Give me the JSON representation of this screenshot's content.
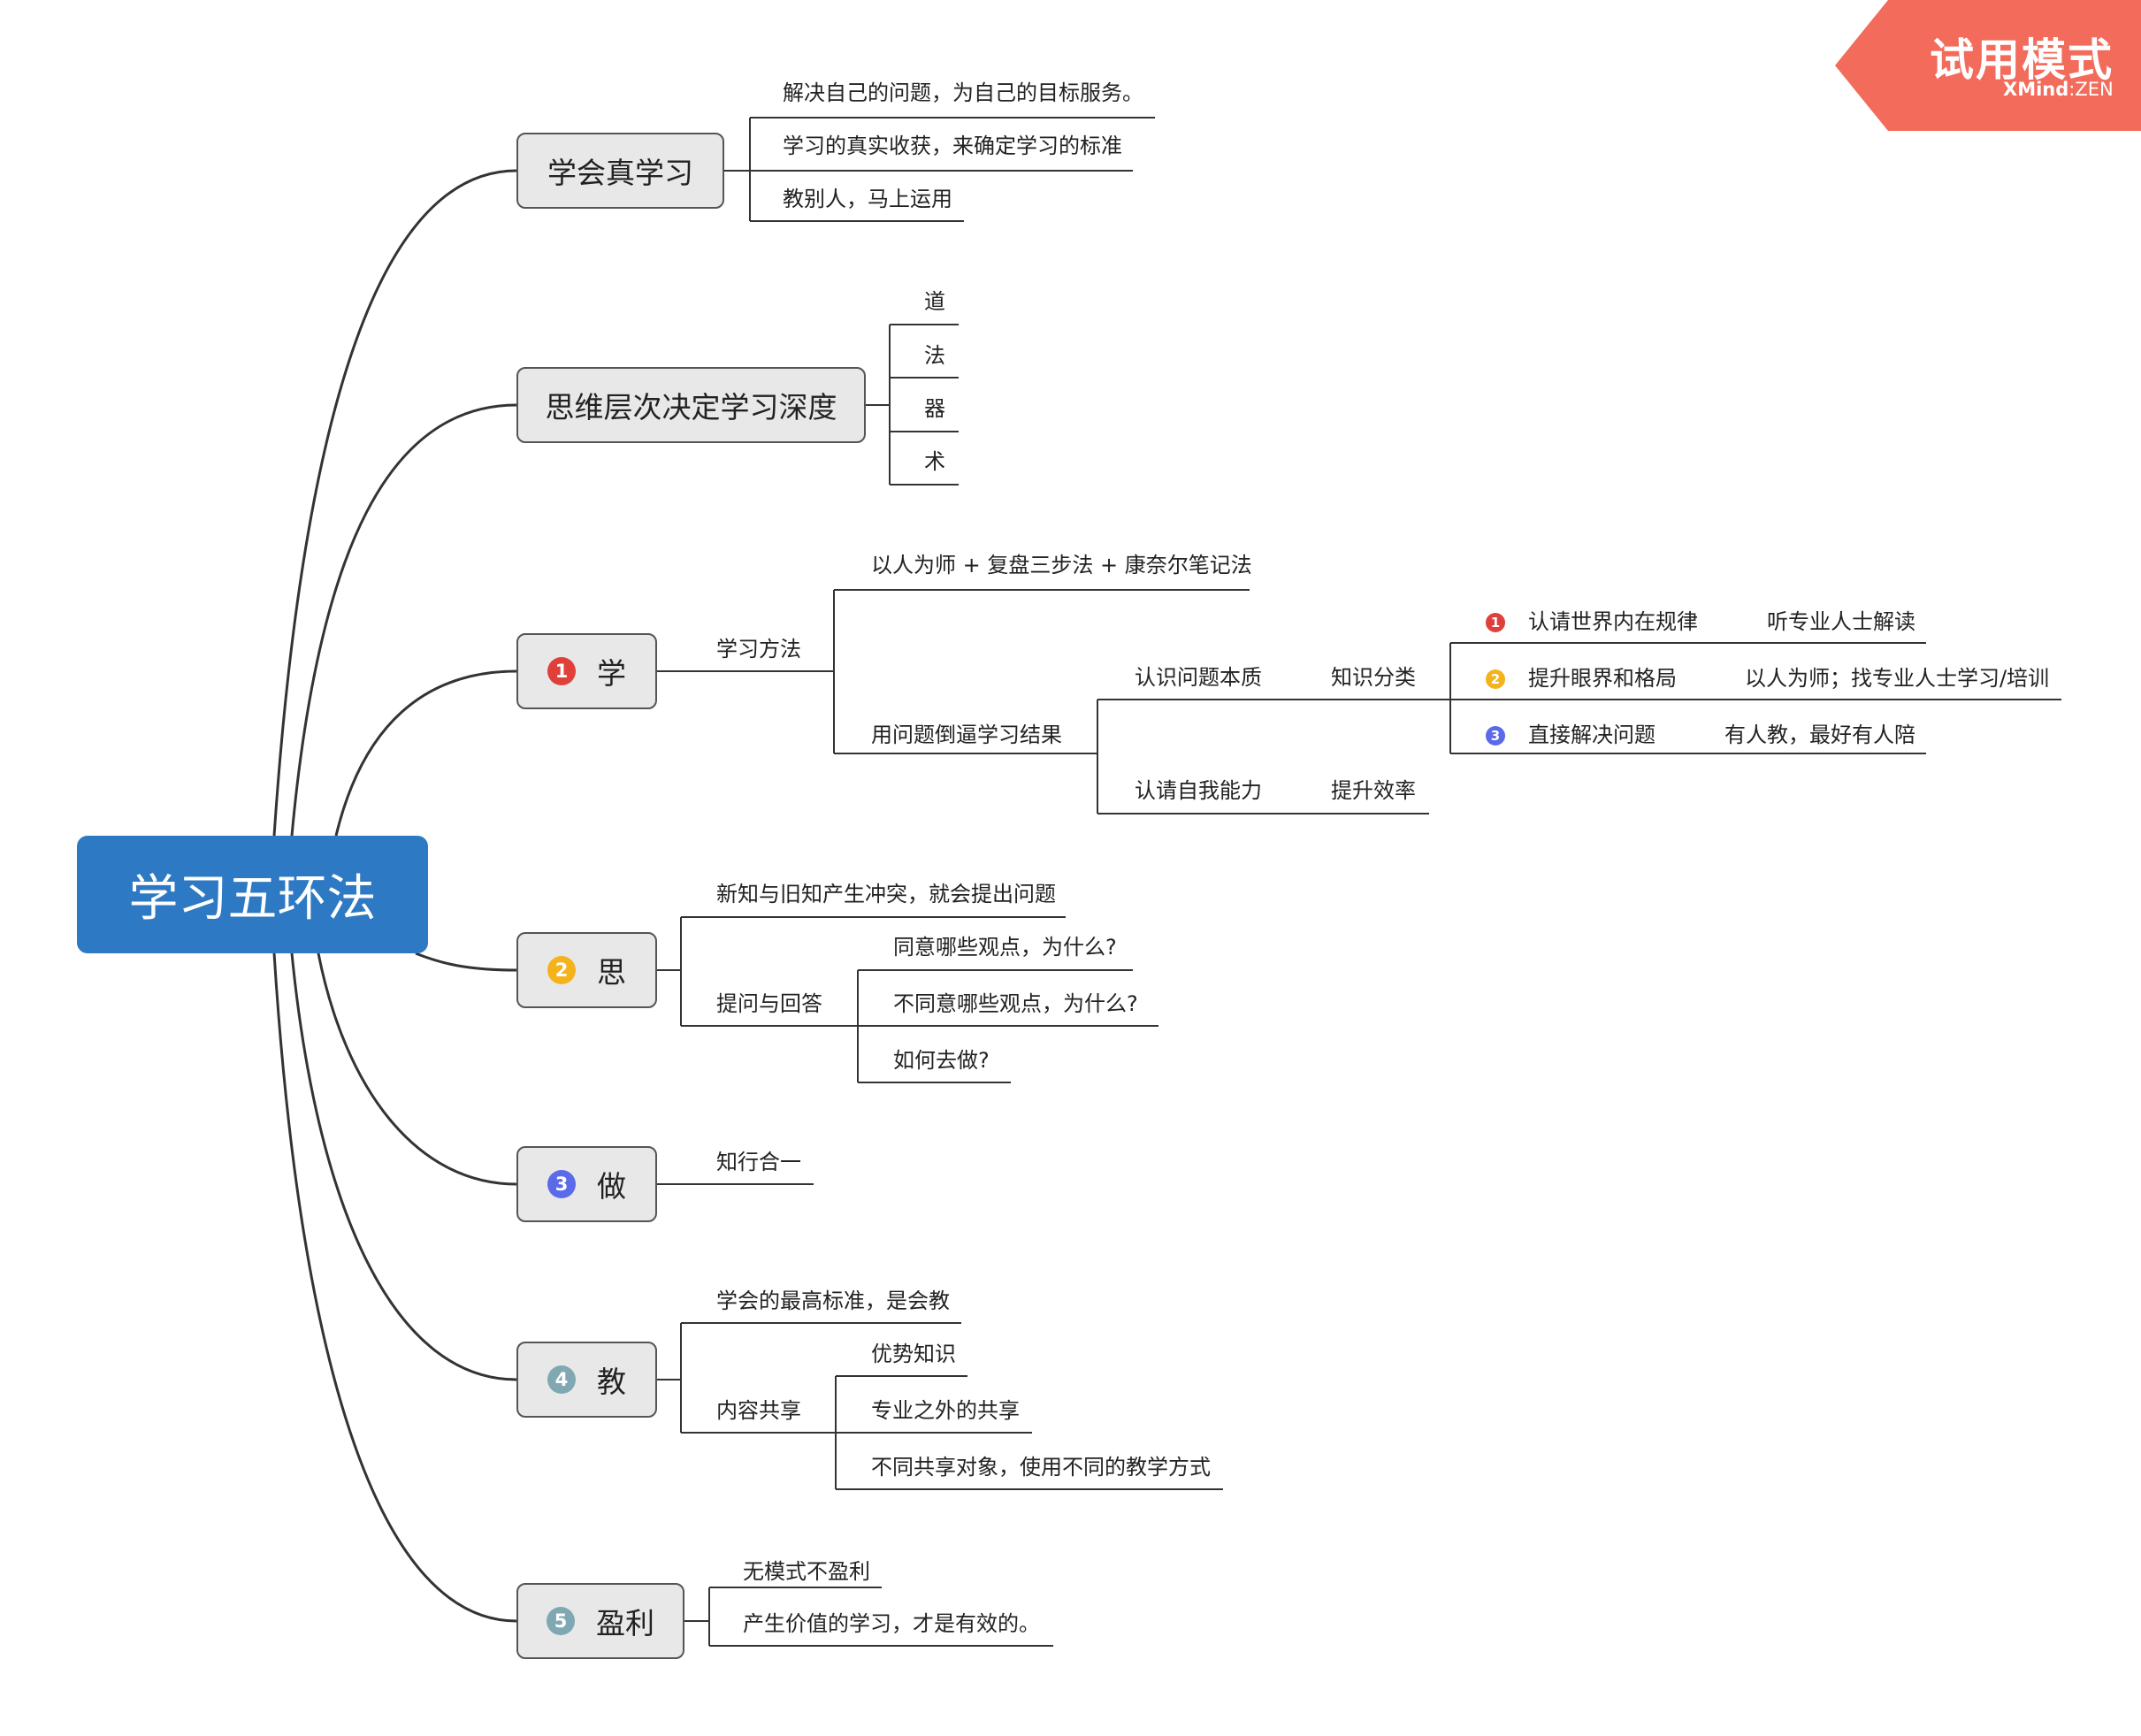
{
  "watermark": {
    "title": "试用模式",
    "brand": "XMind",
    "brand_sep": ":",
    "brand_suffix": "ZEN",
    "color": "#f26b5b"
  },
  "colors": {
    "root": "#2e79c3",
    "num1": "#e0403a",
    "num2": "#f4b31c",
    "num3": "#5b6ae8",
    "num45": "#7fa8b2",
    "line": "#333333"
  },
  "root": {
    "label": "学习五环法"
  },
  "branches": {
    "b1": {
      "label": "学会真学习",
      "children": [
        "解决自己的问题，为自己的目标服务。",
        "学习的真实收获，来确定学习的标准",
        "教别人，马上运用"
      ]
    },
    "b2": {
      "label": "思维层次决定学习深度",
      "children": [
        "道",
        "法",
        "器",
        "术"
      ]
    },
    "b3": {
      "num": "1",
      "label": "学",
      "method": "学习方法",
      "methods": [
        "以人为师 + 复盘三步法 + 康奈尔笔记法",
        "用问题倒逼学习结果"
      ],
      "essence": "认识问题本质",
      "classify": "知识分类",
      "items": [
        {
          "num": "1",
          "label": "认请世界内在规律",
          "note": "听专业人士解读"
        },
        {
          "num": "2",
          "label": "提升眼界和格局",
          "note": "以人为师；找专业人士学习/培训"
        },
        {
          "num": "3",
          "label": "直接解决问题",
          "note": "有人教，最好有人陪"
        }
      ],
      "self": "认请自我能力",
      "efficiency": "提升效率"
    },
    "b4": {
      "num": "2",
      "label": "思",
      "conflict": "新知与旧知产生冲突，就会提出问题",
      "qa": "提问与回答",
      "questions": [
        "同意哪些观点，为什么?",
        "不同意哪些观点，为什么?",
        "如何去做?"
      ]
    },
    "b5": {
      "num": "3",
      "label": "做",
      "child": "知行合一"
    },
    "b6": {
      "num": "4",
      "label": "教",
      "standard": "学会的最高标准，是会教",
      "share": "内容共享",
      "shares": [
        "优势知识",
        "专业之外的共享",
        "不同共享对象，使用不同的教学方式"
      ]
    },
    "b7": {
      "num": "5",
      "label": "盈利",
      "children": [
        "无模式不盈利",
        "产生价值的学习，才是有效的。"
      ]
    }
  }
}
